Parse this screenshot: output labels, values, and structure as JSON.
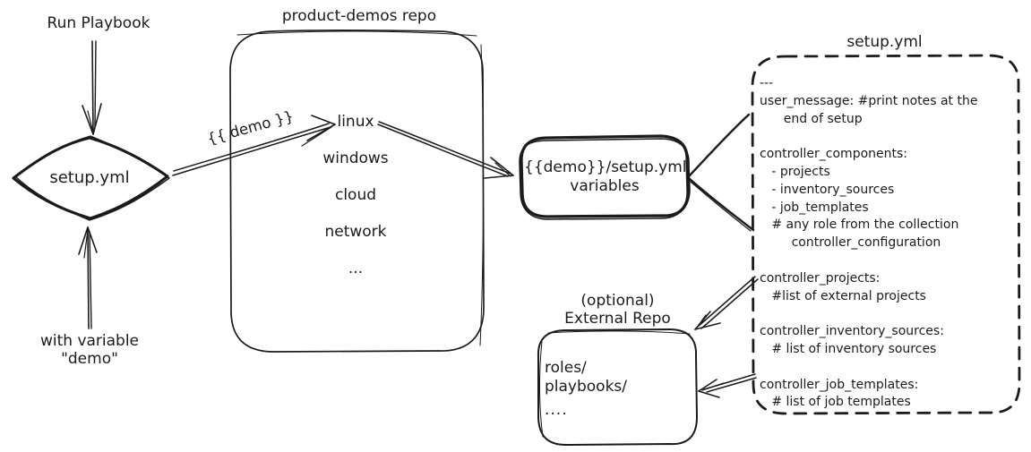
{
  "colors": {
    "ink": "#1b1b1b",
    "background": "#ffffff"
  },
  "left_flow": {
    "run_playbook_label": "Run Playbook",
    "diamond_label": "setup.yml",
    "with_variable_line1": "with variable",
    "with_variable_line2": "\"demo\""
  },
  "demo_arrow_label": "{{ demo }}",
  "repo_box": {
    "title": "product-demos repo",
    "items": [
      "linux",
      "windows",
      "cloud",
      "network",
      "..."
    ]
  },
  "variables_box": {
    "line1": "{{demo}}/setup.yml",
    "line2": "variables"
  },
  "setup_yml_box": {
    "title": "setup.yml",
    "lines": [
      "---",
      "user_message: #print notes at the",
      "      end of setup",
      "",
      "controller_components:",
      "   - projects",
      "   - inventory_sources",
      "   - job_templates",
      "   # any role from the collection",
      "        controller_configuration",
      "",
      "controller_projects:",
      "   #list of external projects",
      "",
      "controller_inventory_sources:",
      "   # list of inventory sources",
      "",
      "controller_job_templates:",
      "   # list of job templates"
    ]
  },
  "external_repo_box": {
    "title_line1": "(optional)",
    "title_line2": "External Repo",
    "lines": [
      "roles/",
      "playbooks/",
      "...."
    ]
  }
}
